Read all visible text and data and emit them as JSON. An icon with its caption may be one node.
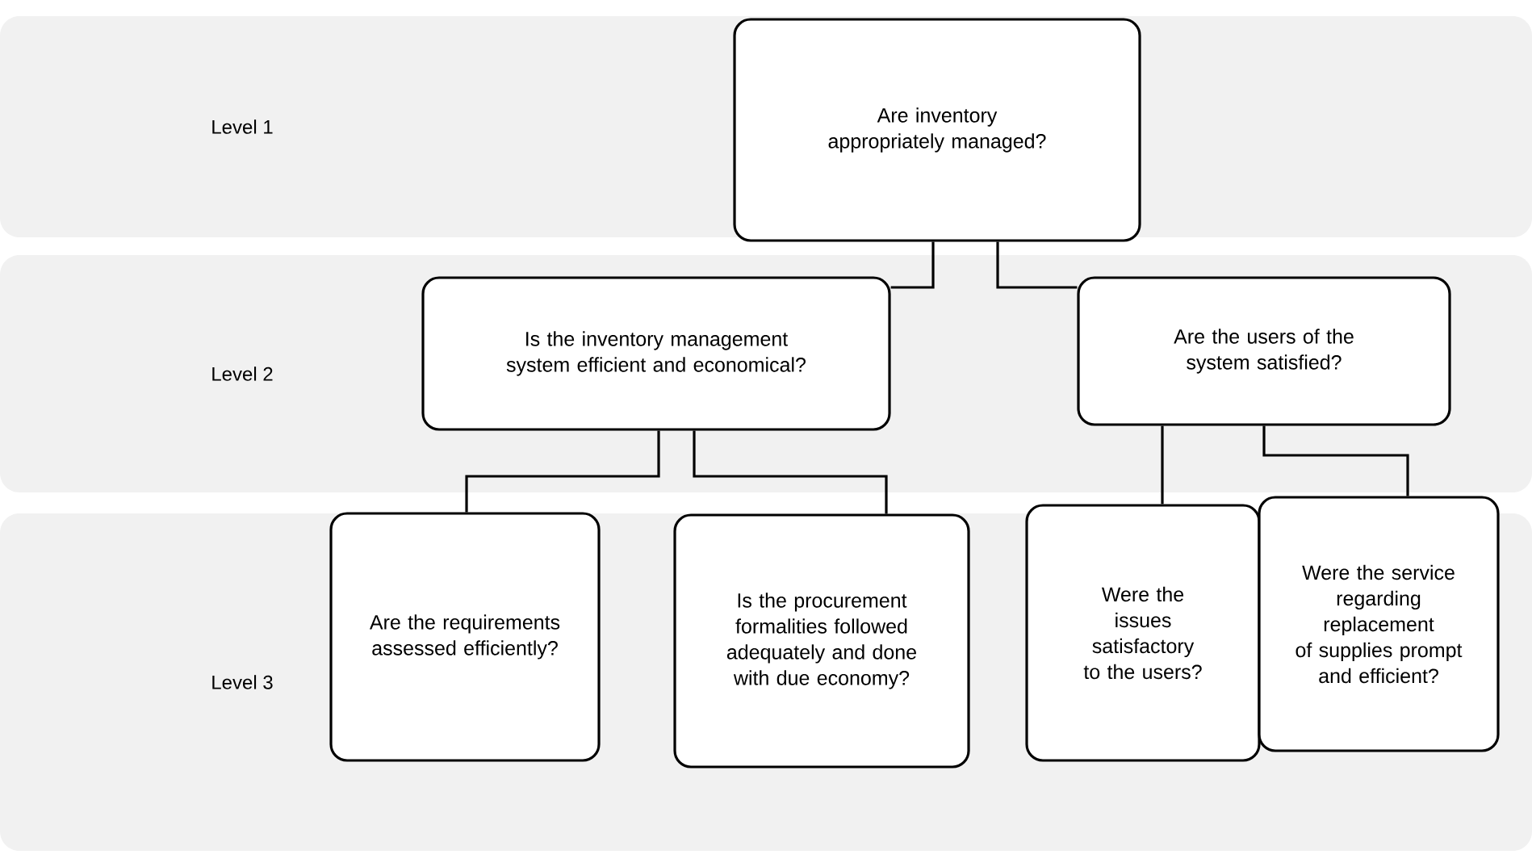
{
  "diagram": {
    "nodes": [
      {
        "text": [
          "Level 1"
        ]
      },
      {
        "text": [
          "Are inventory appropriately managed?"
        ],
        "in": 0
      },
      {
        "text": [
          "Level 2"
        ]
      },
      {
        "text": [
          "Is the inventory management system efficient and economical?"
        ],
        "in": 2
      },
      {
        "text": [
          "Are the users of the system satisfied?"
        ],
        "in": 2
      },
      {
        "text": [
          "Level 3"
        ]
      },
      {
        "text": [
          "Are the requirements assessed efficiently?"
        ],
        "in": 5
      },
      {
        "text": [
          "Is the procurement formalities followed adequately and done with due economy?"
        ],
        "in": 5
      },
      {
        "text": [
          "Were the issues satisfactory to the users?"
        ],
        "in": 5
      },
      {
        "text": [
          "Were the service regarding replacement of supplies prompt and efficient?"
        ],
        "in": 5
      }
    ],
    "edges": [
      {
        "from": 1,
        "to": 3,
        "arrow": "none"
      },
      {
        "from": 1,
        "to": 4,
        "arrow": "none"
      },
      {
        "from": 3,
        "to": 6,
        "arrow": "none"
      },
      {
        "from": 3,
        "to": 7,
        "arrow": "none"
      },
      {
        "from": 4,
        "to": 8,
        "arrow": "none"
      },
      {
        "from": 4,
        "to": 9,
        "arrow": "none"
      }
    ]
  }
}
